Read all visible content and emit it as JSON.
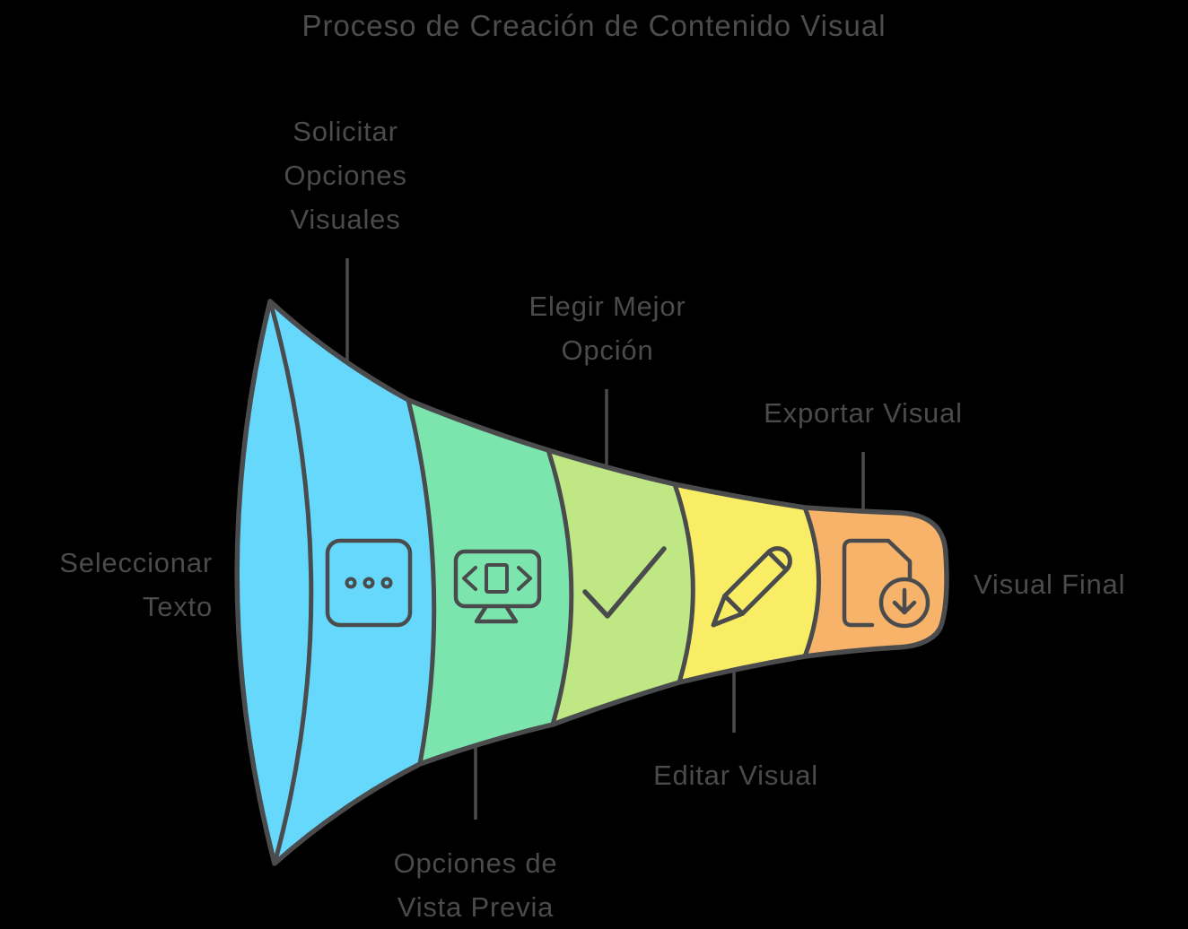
{
  "title": "Proceso de Creación de Contenido Visual",
  "funnel": {
    "input_label": "Seleccionar\nTexto",
    "output_label": "Visual Final",
    "stages": [
      {
        "name": "solicitar-opciones-visuales",
        "label": "Solicitar\nOpciones\nVisuales",
        "color": "#66D8FB",
        "icon": "ellipsis-icon",
        "label_position": "top"
      },
      {
        "name": "opciones-de-vista-previa",
        "label": "Opciones de\nVista Previa",
        "color": "#7CE5AE",
        "icon": "monitor-code-icon",
        "label_position": "bottom"
      },
      {
        "name": "elegir-mejor-opcion",
        "label": "Elegir Mejor\nOpción",
        "color": "#BFE783",
        "icon": "checkmark-icon",
        "label_position": "top"
      },
      {
        "name": "editar-visual",
        "label": "Editar Visual",
        "color": "#FAED66",
        "icon": "pencil-icon",
        "label_position": "bottom"
      },
      {
        "name": "exportar-visual",
        "label": "Exportar Visual",
        "color": "#F8B36B",
        "icon": "document-download-icon",
        "label_position": "top"
      }
    ]
  },
  "colors": {
    "background": "#000000",
    "outline": "#4A4B4D",
    "text": "#4A4B4D"
  }
}
